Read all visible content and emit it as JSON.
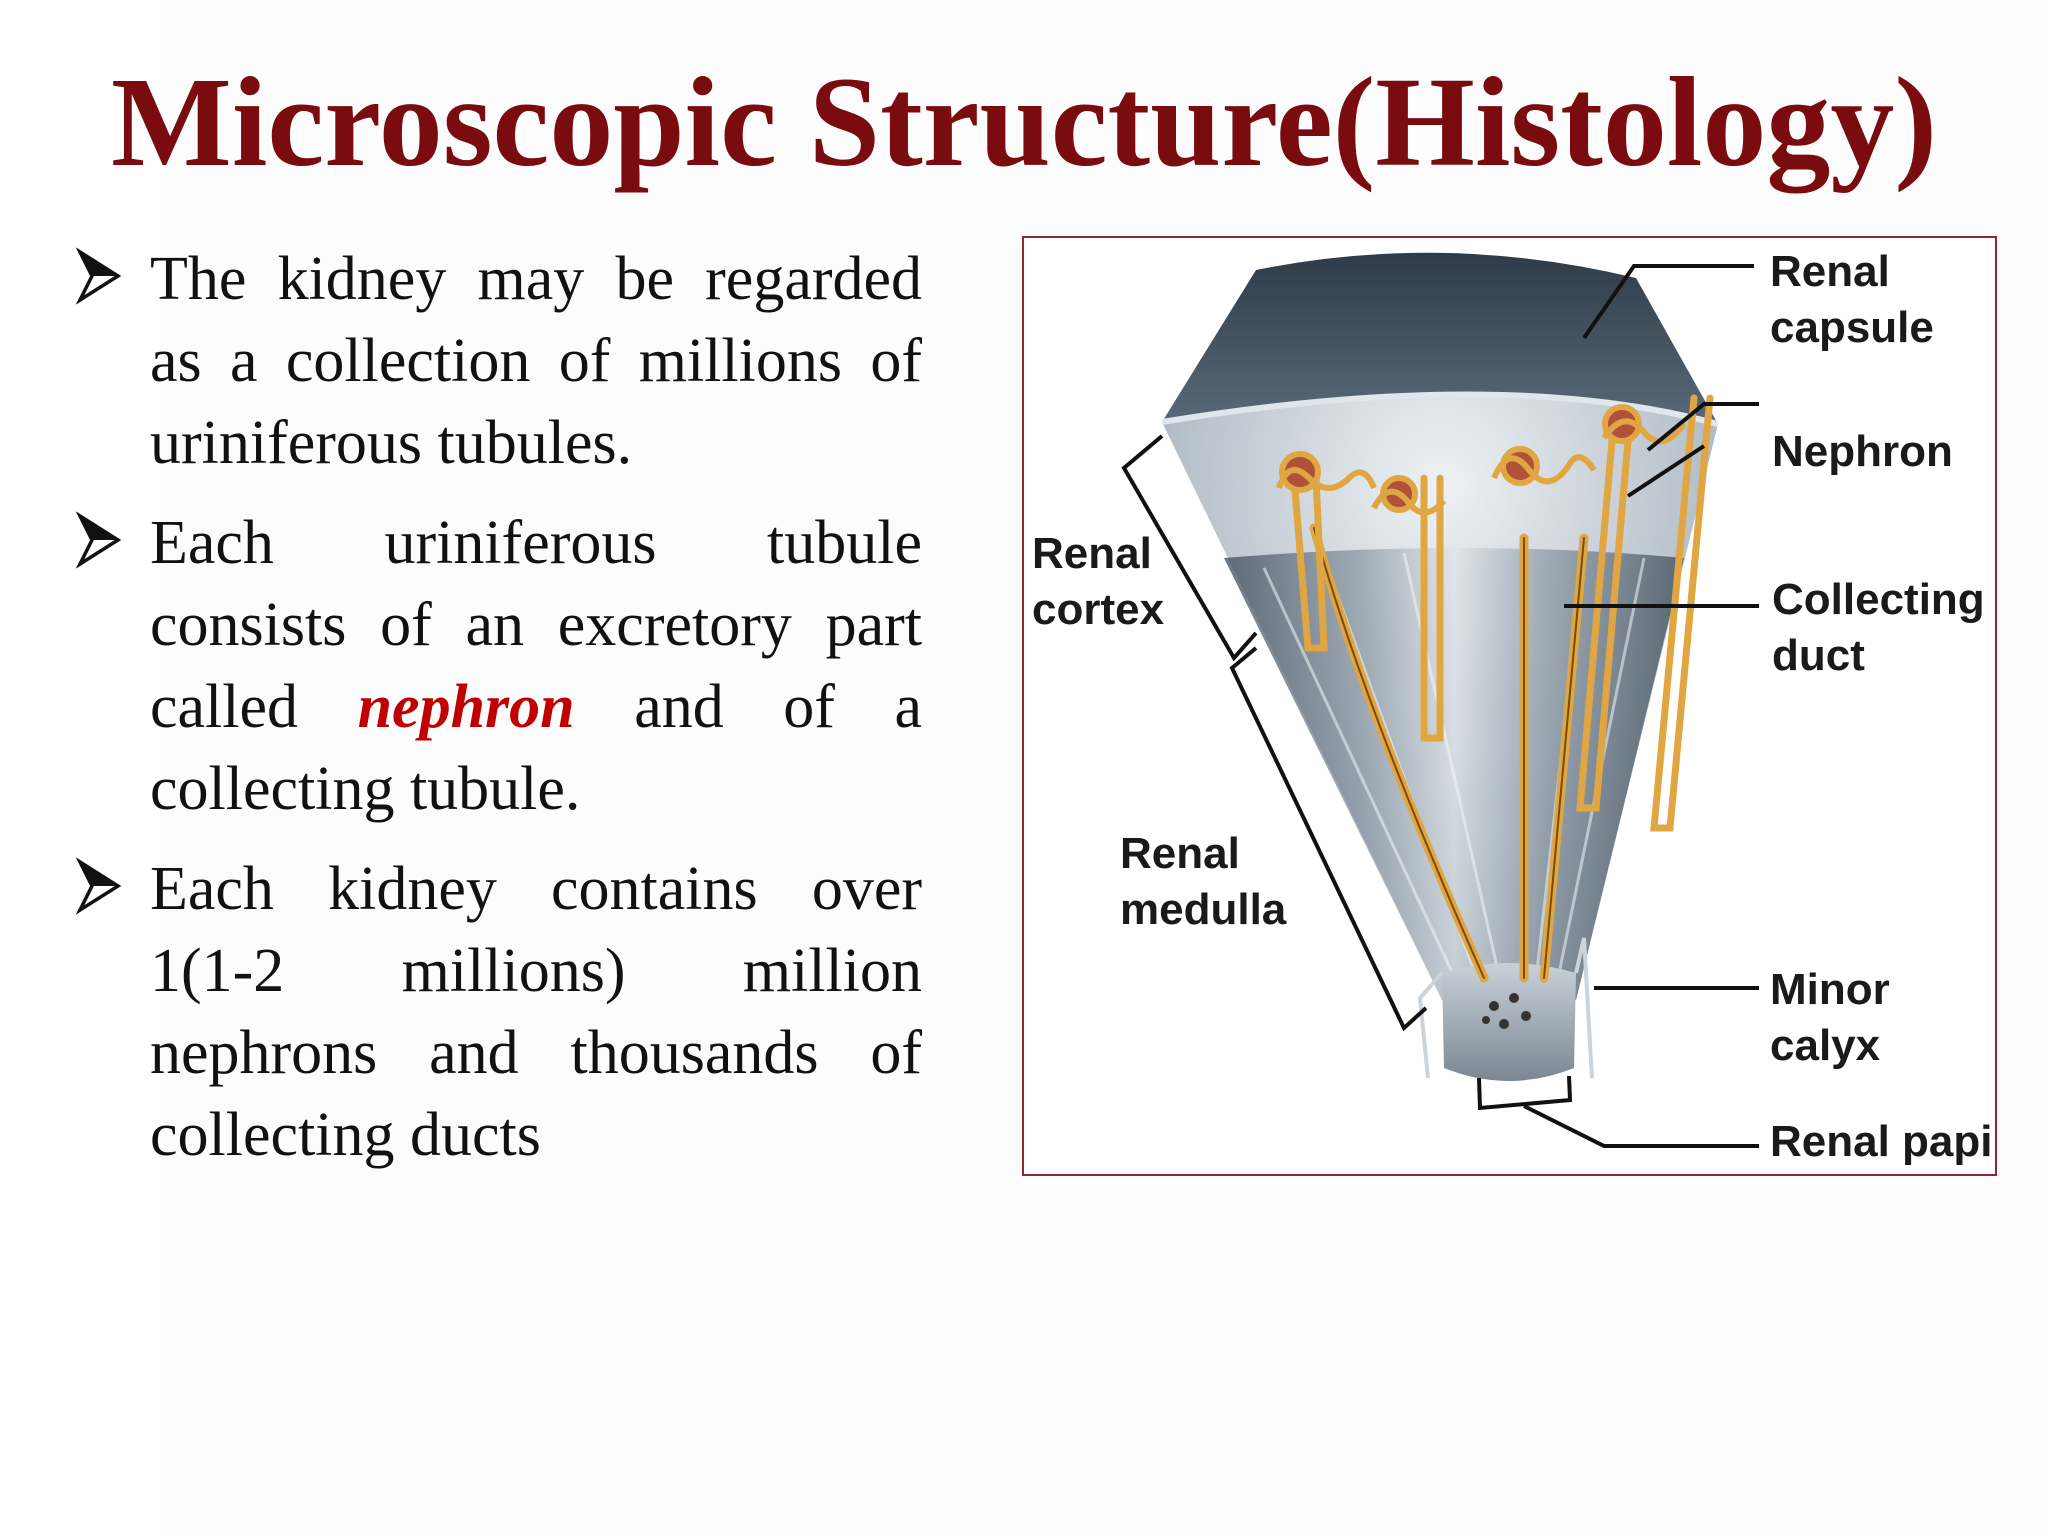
{
  "title": "Microscopic Structure(Histology)",
  "bullets": [
    {
      "text": "The kidney may be regarded as a collection of millions of uriniferous tubules."
    },
    {
      "before": "Each uriniferous tubule consists of an excretory part called ",
      "emphasis": "nephron",
      "after": " and of a collecting tubule."
    },
    {
      "text": "Each kidney contains over 1(1-2 millions) million nephrons and thousands of collecting ducts"
    }
  ],
  "figure": {
    "labels": {
      "renal_capsule": [
        "Renal",
        "capsule"
      ],
      "nephron": "Nephron",
      "collecting_duct": [
        "Collecting",
        "duct"
      ],
      "renal_cortex": [
        "Renal",
        "cortex"
      ],
      "renal_medulla": [
        "Renal",
        "medulla"
      ],
      "minor_calyx": [
        "Minor",
        "calyx"
      ],
      "renal_papilla": "Renal papilla"
    }
  },
  "colors": {
    "title": "#7a0b0f",
    "emphasis": "#c00000",
    "frame": "#8c2a2e",
    "tubule": "#e0a642"
  }
}
